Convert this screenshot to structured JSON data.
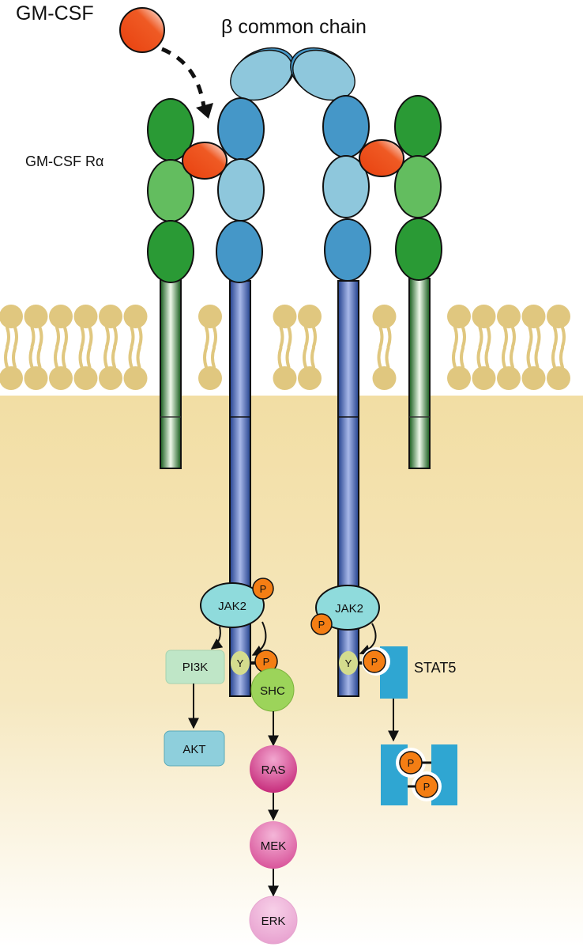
{
  "title": "β common chain",
  "labels": {
    "ligand": "GM-CSF",
    "receptor_alpha": "GM-CSF Rα",
    "beta_chain": "β common chain"
  },
  "signaling": {
    "jak_left": "JAK2",
    "jak_right": "JAK2",
    "phospho": "P",
    "tyrosine": "Y",
    "pi3k": "PI3K",
    "akt": "AKT",
    "shc": "SHC",
    "ras": "RAS",
    "mek": "MEK",
    "erk": "ERK",
    "stat5": "STAT5"
  },
  "colors": {
    "ligand": "#e8400e",
    "alpha_dark": "#2a9a35",
    "alpha_light": "#63bd5f",
    "beta_dark": "#4597c8",
    "beta_light": "#8ec7dc",
    "tm_blue": "#3358a8",
    "tm_green": "#1f6b24",
    "membrane": "#e0c77f",
    "cytoplasm": "#f2dea4",
    "jak": "#8fdbdc",
    "phospho": "#f47e14",
    "tyrosine": "#d4dc8e",
    "pi3k": "#bfe6c7",
    "akt": "#8ecfdc",
    "shc": "#9cd45a",
    "ras": "#d2408c",
    "mek": "#df6aa8",
    "erk": "#eaa9d5",
    "stat5": "#2fa6d2"
  }
}
